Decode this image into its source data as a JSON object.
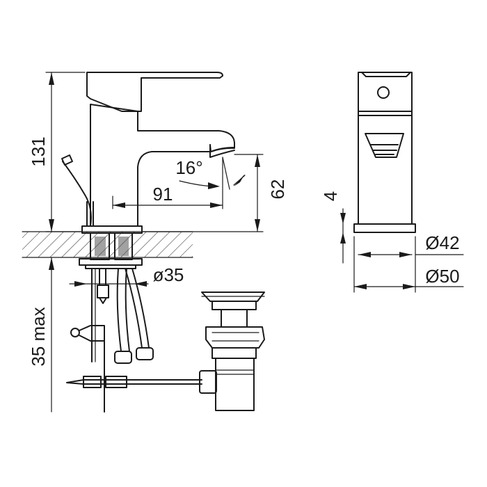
{
  "dimensions": {
    "height_total": "131",
    "spout_height": "62",
    "spout_reach": "91",
    "spout_angle": "16°",
    "hole_diameter": "ø35",
    "max_thickness": "35 max",
    "base_diameter_inner": "Ø42",
    "base_diameter_outer": "Ø50",
    "gap_small": "4"
  }
}
